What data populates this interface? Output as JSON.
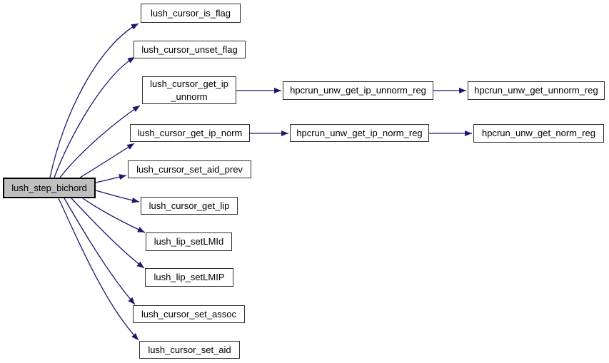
{
  "diagram": {
    "type": "call-graph",
    "root": "lush_step_bichord",
    "colors": {
      "edge": "#191970",
      "root_fill": "#bfbfbf",
      "root_border": "#000000",
      "node_fill": "#ffffff",
      "node_border": "#303030",
      "text": "#000000"
    },
    "nodes": [
      {
        "id": "lush_step_bichord",
        "label": "lush_step_bichord",
        "highlighted": true
      },
      {
        "id": "lush_cursor_is_flag",
        "label": "lush_cursor_is_flag"
      },
      {
        "id": "lush_cursor_unset_flag",
        "label": "lush_cursor_unset_flag"
      },
      {
        "id": "lush_cursor_get_ip_unnorm",
        "label": "lush_cursor_get_ip_unnorm",
        "lines": [
          "lush_cursor_get_ip",
          "_unnorm"
        ]
      },
      {
        "id": "hpcrun_unw_get_ip_unnorm_reg",
        "label": "hpcrun_unw_get_ip_unnorm_reg"
      },
      {
        "id": "hpcrun_unw_get_unnorm_reg",
        "label": "hpcrun_unw_get_unnorm_reg"
      },
      {
        "id": "lush_cursor_get_ip_norm",
        "label": "lush_cursor_get_ip_norm"
      },
      {
        "id": "hpcrun_unw_get_ip_norm_reg",
        "label": "hpcrun_unw_get_ip_norm_reg"
      },
      {
        "id": "hpcrun_unw_get_norm_reg",
        "label": "hpcrun_unw_get_norm_reg"
      },
      {
        "id": "lush_cursor_set_aid_prev",
        "label": "lush_cursor_set_aid_prev"
      },
      {
        "id": "lush_cursor_get_lip",
        "label": "lush_cursor_get_lip"
      },
      {
        "id": "lush_lip_setLMId",
        "label": "lush_lip_setLMId"
      },
      {
        "id": "lush_lip_setLMIP",
        "label": "lush_lip_setLMIP"
      },
      {
        "id": "lush_cursor_set_assoc",
        "label": "lush_cursor_set_assoc"
      },
      {
        "id": "lush_cursor_set_aid",
        "label": "lush_cursor_set_aid"
      }
    ],
    "edges": [
      {
        "from": "lush_step_bichord",
        "to": "lush_cursor_is_flag"
      },
      {
        "from": "lush_step_bichord",
        "to": "lush_cursor_unset_flag"
      },
      {
        "from": "lush_step_bichord",
        "to": "lush_cursor_get_ip_unnorm"
      },
      {
        "from": "lush_step_bichord",
        "to": "lush_cursor_get_ip_norm"
      },
      {
        "from": "lush_step_bichord",
        "to": "lush_cursor_set_aid_prev"
      },
      {
        "from": "lush_step_bichord",
        "to": "lush_cursor_get_lip"
      },
      {
        "from": "lush_step_bichord",
        "to": "lush_lip_setLMId"
      },
      {
        "from": "lush_step_bichord",
        "to": "lush_lip_setLMIP"
      },
      {
        "from": "lush_step_bichord",
        "to": "lush_cursor_set_assoc"
      },
      {
        "from": "lush_step_bichord",
        "to": "lush_cursor_set_aid"
      },
      {
        "from": "lush_cursor_get_ip_unnorm",
        "to": "hpcrun_unw_get_ip_unnorm_reg"
      },
      {
        "from": "hpcrun_unw_get_ip_unnorm_reg",
        "to": "hpcrun_unw_get_unnorm_reg"
      },
      {
        "from": "lush_cursor_get_ip_norm",
        "to": "hpcrun_unw_get_ip_norm_reg"
      },
      {
        "from": "hpcrun_unw_get_ip_norm_reg",
        "to": "hpcrun_unw_get_norm_reg"
      }
    ]
  }
}
